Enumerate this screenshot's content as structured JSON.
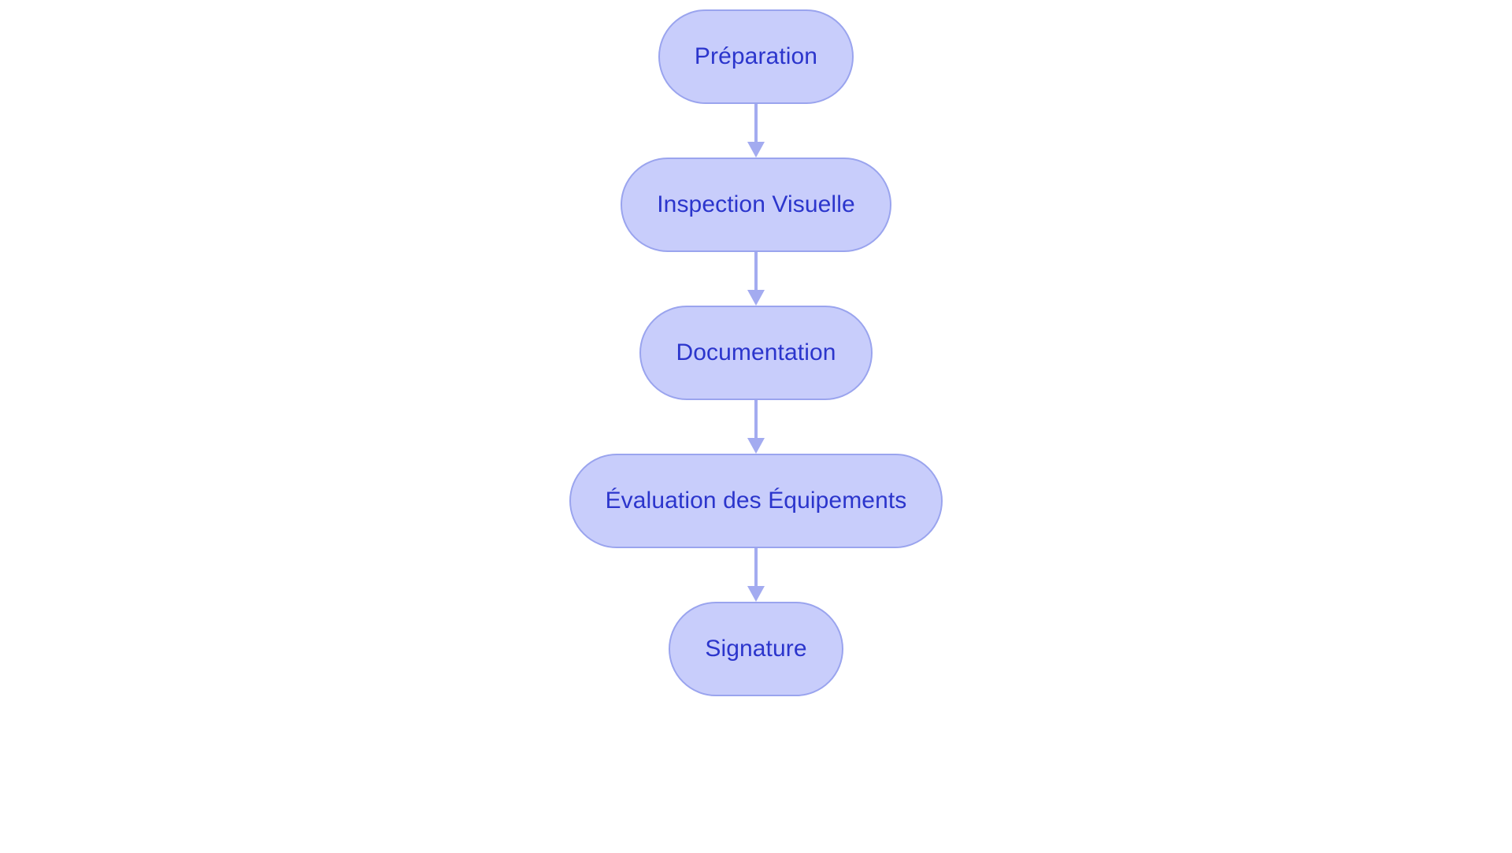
{
  "diagram": {
    "type": "flowchart",
    "orientation": "top-to-bottom",
    "background_color": "#ffffff",
    "node_fill_color": "#c8cdfb",
    "node_border_color": "#9aa4ee",
    "node_text_color": "#2b35cc",
    "arrow_color": "#a3abf0",
    "nodes": [
      {
        "id": "step-1",
        "label": "Préparation"
      },
      {
        "id": "step-2",
        "label": "Inspection Visuelle"
      },
      {
        "id": "step-3",
        "label": "Documentation"
      },
      {
        "id": "step-4",
        "label": "Évaluation des Équipements"
      },
      {
        "id": "step-5",
        "label": "Signature"
      }
    ],
    "edges": [
      {
        "id": "edge-1",
        "from": "Préparation",
        "to": "Inspection Visuelle",
        "icon": "arrow-down-icon"
      },
      {
        "id": "edge-2",
        "from": "Inspection Visuelle",
        "to": "Documentation",
        "icon": "arrow-down-icon"
      },
      {
        "id": "edge-3",
        "from": "Documentation",
        "to": "Évaluation des Équipements",
        "icon": "arrow-down-icon"
      },
      {
        "id": "edge-4",
        "from": "Évaluation des Équipements",
        "to": "Signature",
        "icon": "arrow-down-icon"
      }
    ]
  }
}
